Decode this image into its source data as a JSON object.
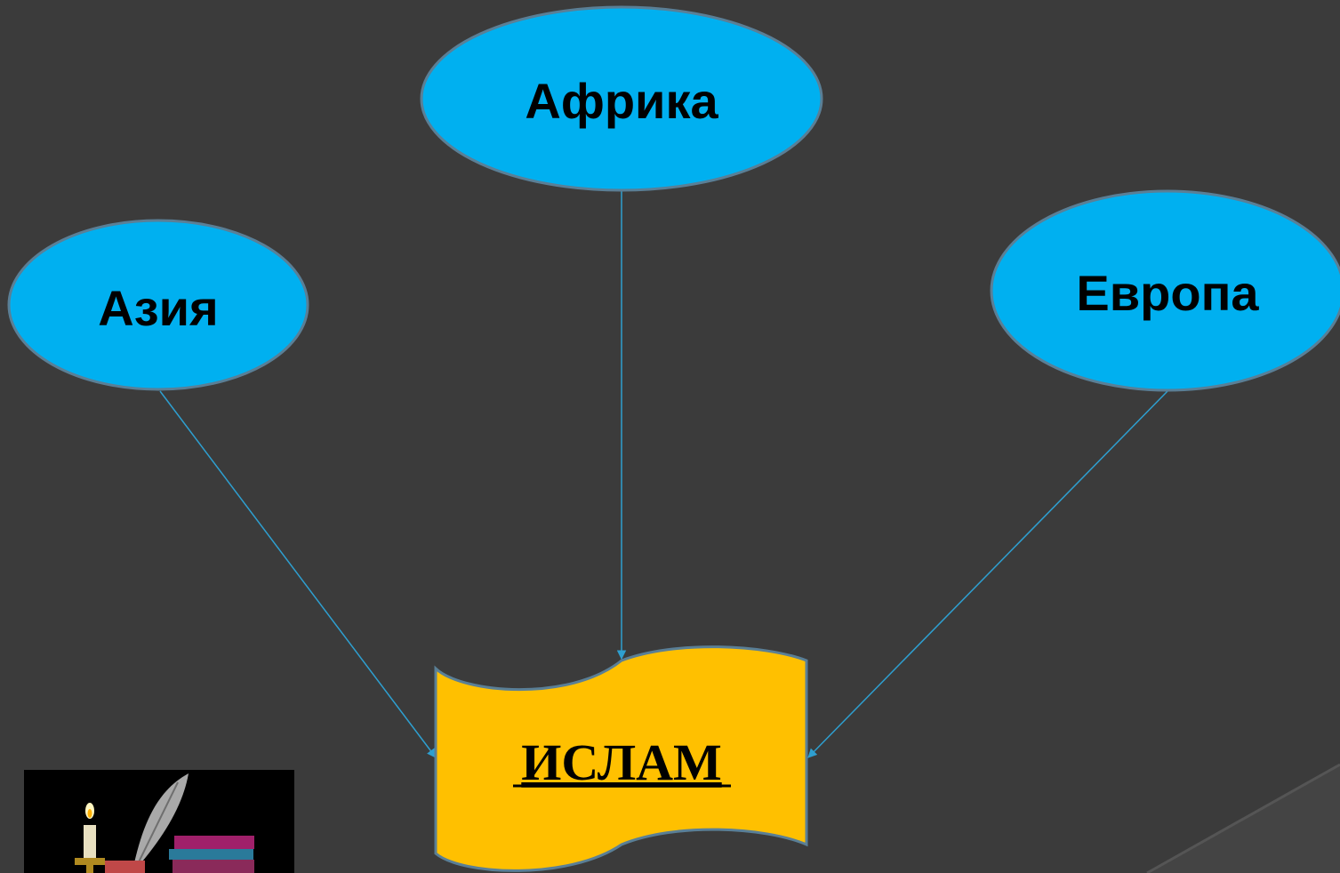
{
  "nodes": {
    "africa": "Африка",
    "asia": "Азия",
    "europe": "Европа"
  },
  "center": {
    "label": "ИСЛАМ"
  },
  "colors": {
    "background": "#3b3b3b",
    "ellipse_fill": "#00b0f0",
    "banner_fill": "#ffc000",
    "connector": "#2e9fd0",
    "outline": "#5a7f96"
  },
  "clipart": {
    "icon": "candle-quill-books-icon"
  }
}
